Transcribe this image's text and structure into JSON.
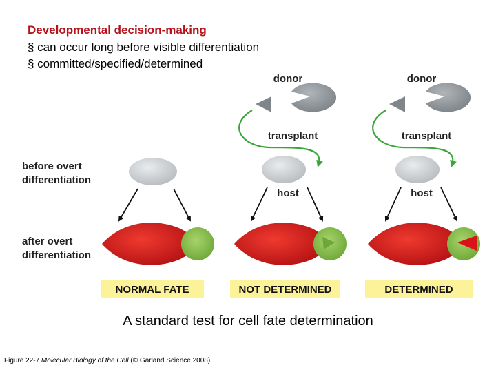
{
  "slide": {
    "title": "Developmental decision-making",
    "bullets": [
      "§ can occur long before visible differentiation",
      "§ committed/specified/determined"
    ],
    "caption": "A standard test for cell fate determination",
    "credit_prefix": "Figure 22-7 ",
    "credit_book": "Molecular Biology of the Cell",
    "credit_suffix": " (© Garland Science 2008)"
  },
  "diagram": {
    "row_labels": {
      "before_line1": "before overt",
      "before_line2": "differentiation",
      "after_line1": "after overt",
      "after_line2": "differentiation"
    },
    "labels": {
      "donor": "donor",
      "transplant": "transplant",
      "host": "host"
    },
    "fates": [
      "NORMAL FATE",
      "NOT DETERMINED",
      "DETERMINED"
    ]
  },
  "colors": {
    "title": "#b5121b",
    "fate_bar": "#fbf29a",
    "body_red": "#cc1a1a",
    "tip_green": "#7cb342",
    "cell_gray": "#c9cccf",
    "donor_gray": "#8e9498",
    "arrow_green": "#3aa63a"
  }
}
